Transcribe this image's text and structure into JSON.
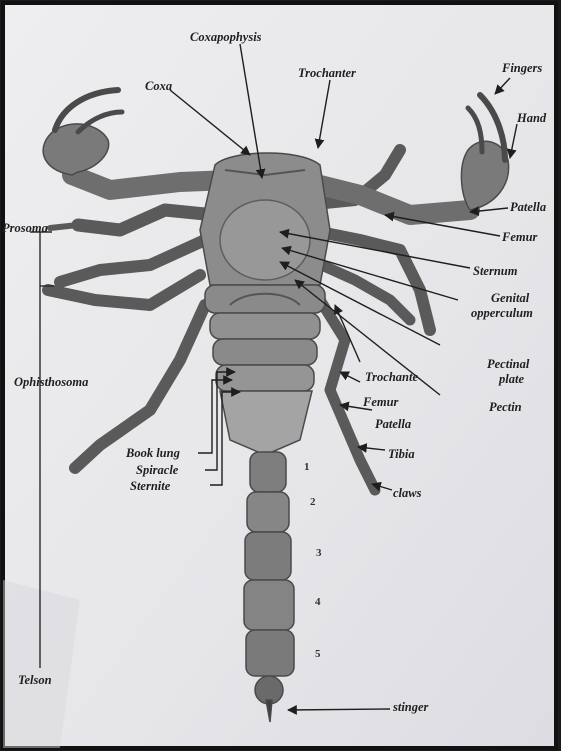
{
  "labels": {
    "coxapophysis": "Coxapophysis",
    "coxa": "Coxa",
    "trochanter_top": "Trochanter",
    "fingers": "Fingers",
    "hand": "Hand",
    "prosoma": "Prosoma",
    "patella_top": "Patella",
    "femur_top": "Femur",
    "sternum": "Sternum",
    "genital_line1": "Genital",
    "genital_line2": "opperculum",
    "ophisthosoma": "Ophisthosoma",
    "pectinal_line1": "Pectinal",
    "pectinal_line2": "plate",
    "trochante": "Trochante",
    "pectin": "Pectin",
    "femur_bottom": "Femur",
    "patella_bottom": "Patella",
    "book_lung": "Book lung",
    "tibia": "Tibia",
    "spiracle": "Spiracle",
    "sternite": "Sternite",
    "claws": "claws",
    "telson": "Telson",
    "stinger": "stinger"
  },
  "segments": [
    "1",
    "2",
    "3",
    "4",
    "5"
  ],
  "colors": {
    "paper": "#e9e8ea",
    "frame": "#1a1a1a",
    "pencil": "#5a5a5a",
    "ink": "#1e1e1e"
  }
}
